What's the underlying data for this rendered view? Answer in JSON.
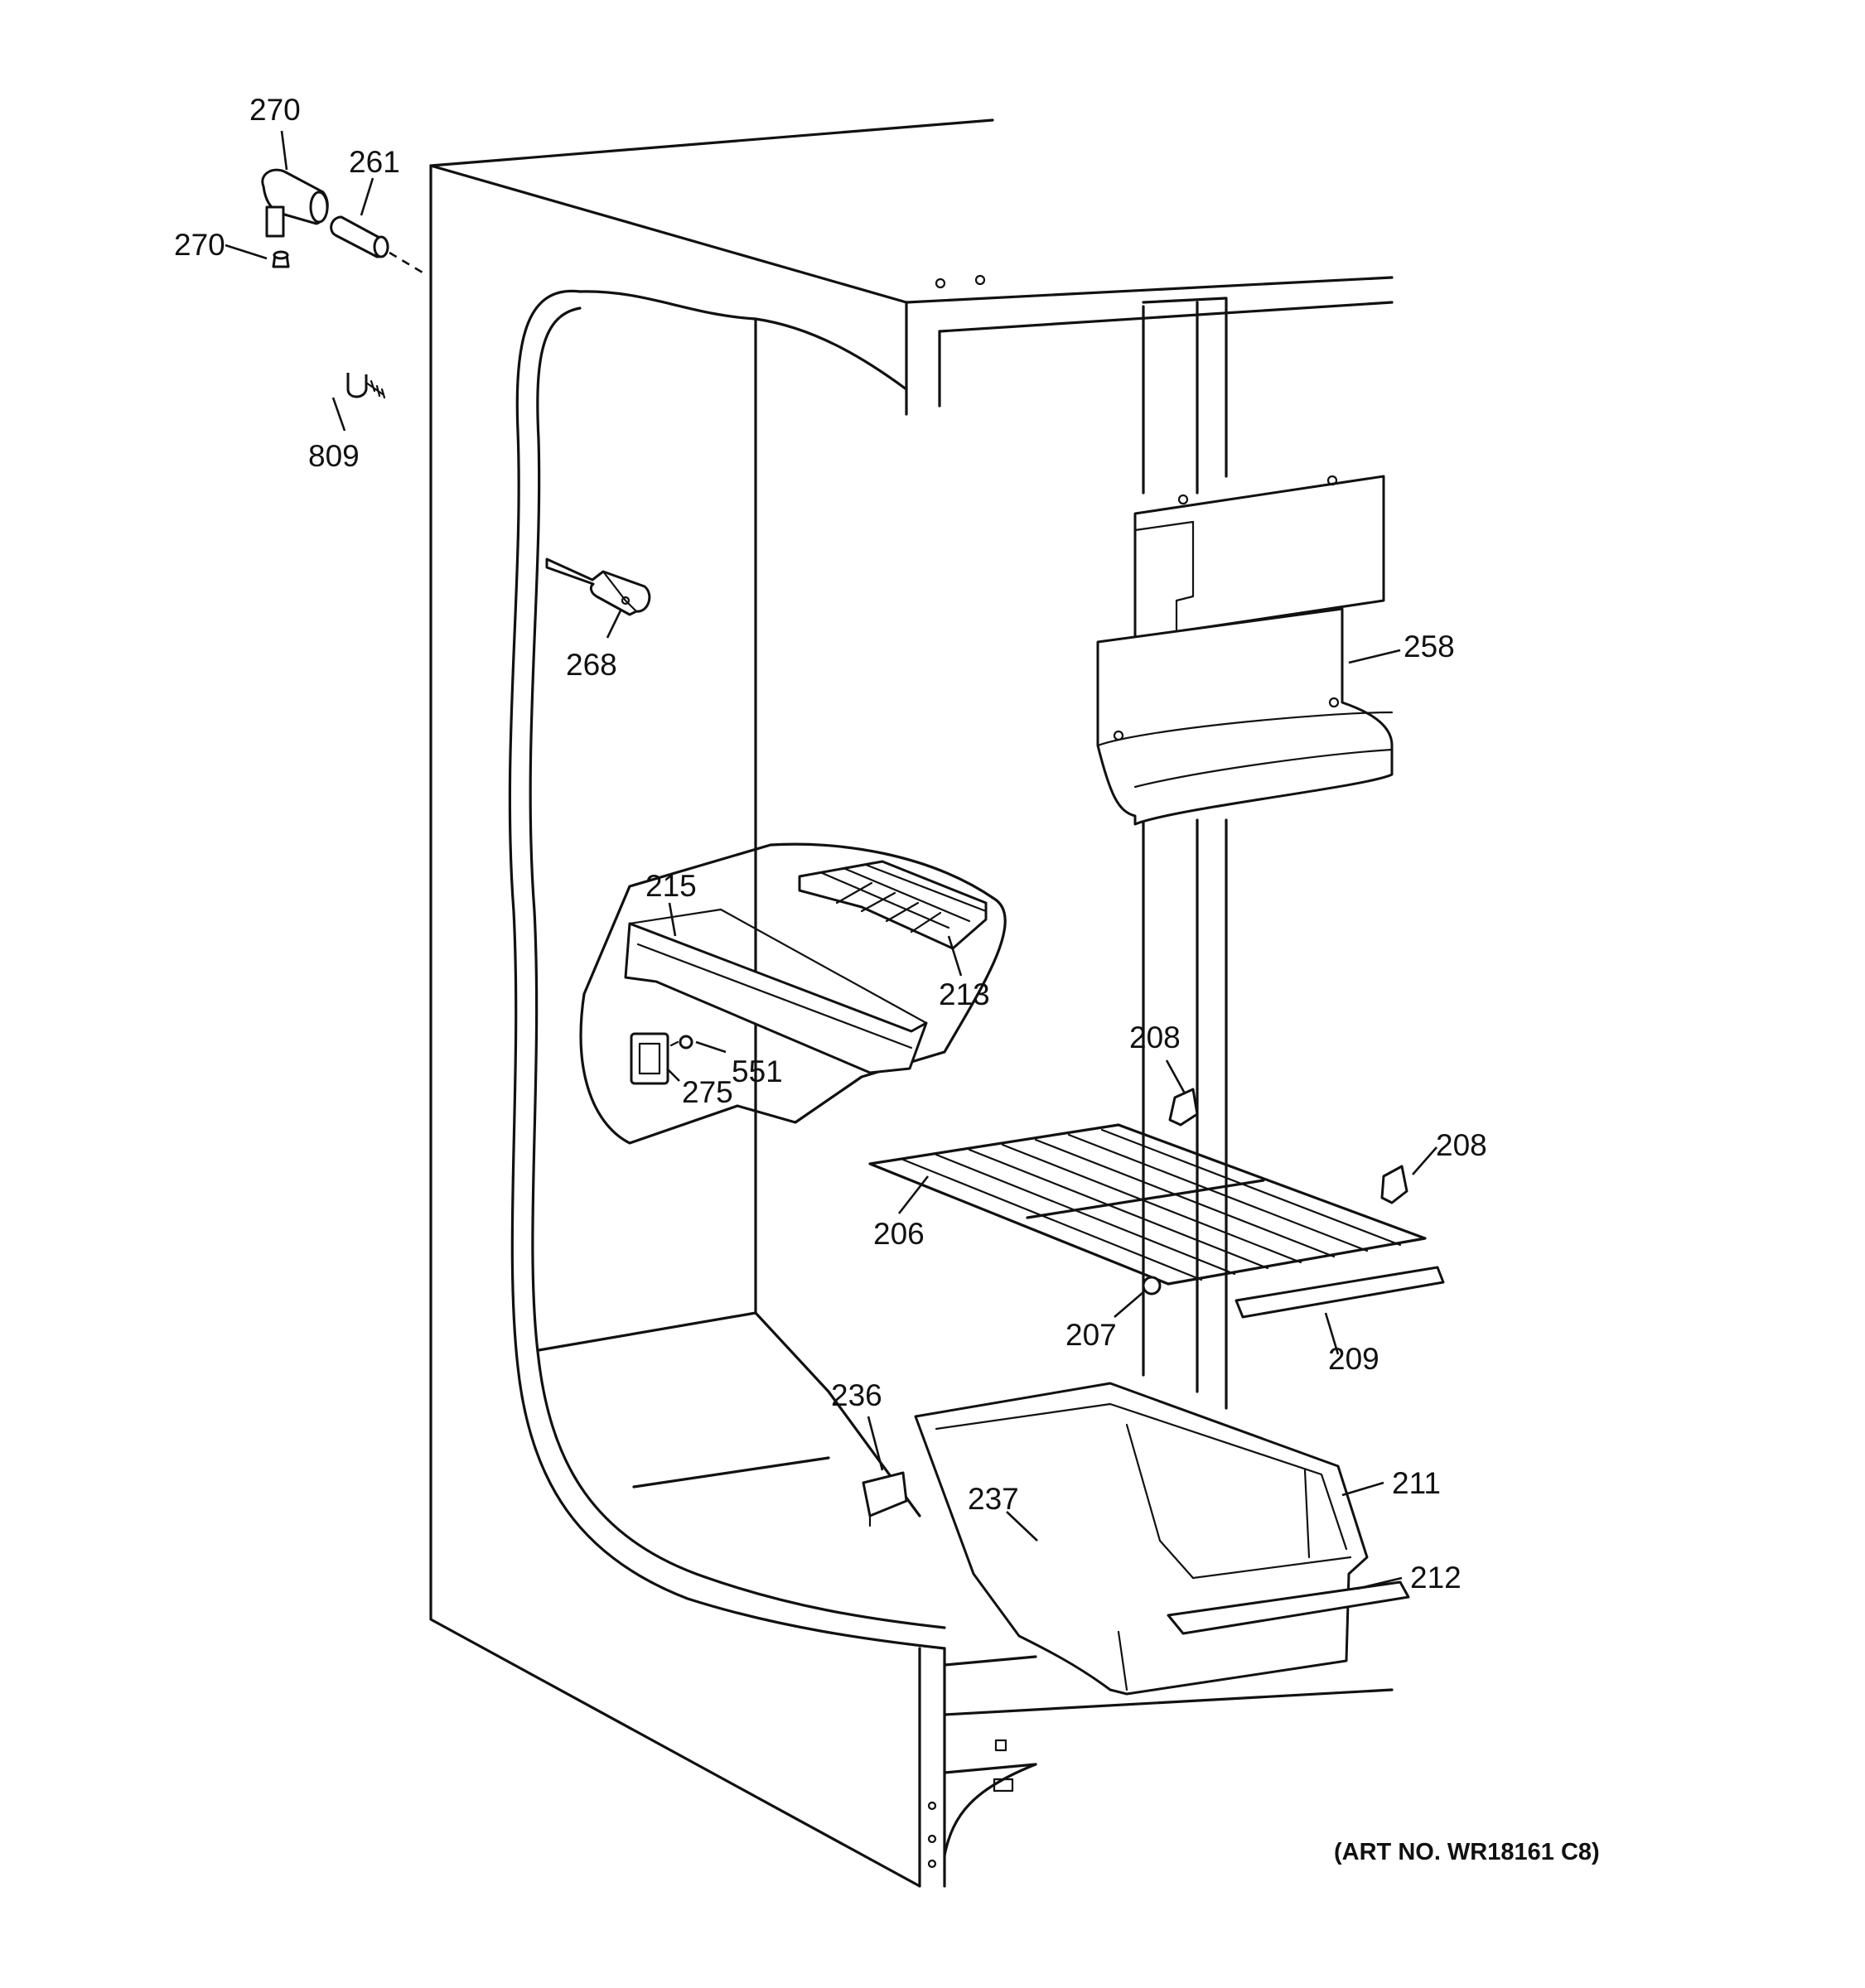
{
  "diagram": {
    "art_number": "(ART NO. WR18161 C8)",
    "callouts": {
      "p270_top": "270",
      "p261": "261",
      "p270_left": "270",
      "p809": "809",
      "p268": "268",
      "p258": "258",
      "p215": "215",
      "p213": "213",
      "p551": "551",
      "p275": "275",
      "p208_upper": "208",
      "p208_right": "208",
      "p206": "206",
      "p207": "207",
      "p209": "209",
      "p236": "236",
      "p237": "237",
      "p211": "211",
      "p212": "212"
    }
  }
}
